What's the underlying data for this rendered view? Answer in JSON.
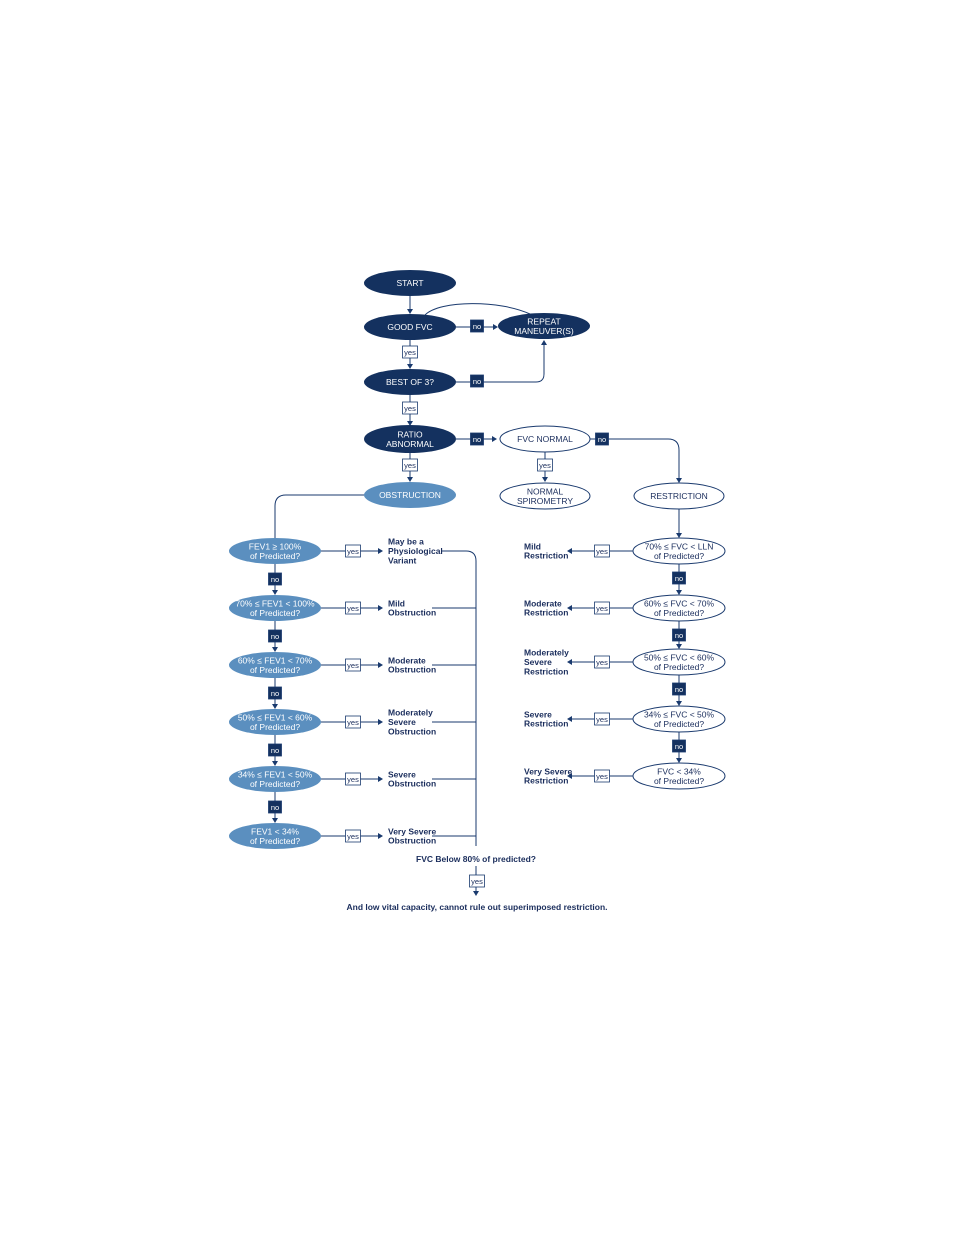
{
  "colors": {
    "dark": "#14315f",
    "light": "#5b8fbf",
    "outline": "#1a3a6e",
    "text_dark": "#1a2d5c",
    "white": "#ffffff"
  },
  "tags": {
    "yes": "yes",
    "no": "no"
  },
  "nodes": {
    "start": "START",
    "good_fvc": "GOOD FVC",
    "repeat": [
      "REPEAT",
      "MANEUVER(S)"
    ],
    "best_of_3": "BEST OF 3?",
    "ratio_abnormal": [
      "RATIO",
      "ABNORMAL"
    ],
    "fvc_normal": "FVC NORMAL",
    "normal_spirometry": [
      "NORMAL",
      "SPIROMETRY"
    ],
    "restriction": "RESTRICTION",
    "obstruction": "OBSTRUCTION"
  },
  "obstruction_levels": [
    {
      "line1": "FEV1 ≥ 100%",
      "line2": "of Predicted?",
      "outcome": [
        "May be a",
        "Physiological",
        "Variant"
      ]
    },
    {
      "line1": "70% ≤ FEV1 < 100%",
      "line2": "of Predicted?",
      "outcome": [
        "Mild",
        "Obstruction"
      ]
    },
    {
      "line1": "60% ≤ FEV1 < 70%",
      "line2": "of Predicted?",
      "outcome": [
        "Moderate",
        "Obstruction"
      ]
    },
    {
      "line1": "50% ≤ FEV1 < 60%",
      "line2": "of Predicted?",
      "outcome": [
        "Moderately",
        "Severe",
        "Obstruction"
      ]
    },
    {
      "line1": "34% ≤ FEV1 < 50%",
      "line2": "of Predicted?",
      "outcome": [
        "Severe",
        "Obstruction"
      ]
    },
    {
      "line1": "FEV1 < 34%",
      "line2": "of Predicted?",
      "outcome": [
        "Very Severe",
        "Obstruction"
      ]
    }
  ],
  "restriction_levels": [
    {
      "line1": "70% ≤ FVC < LLN",
      "line2": "of Predicted?",
      "outcome": [
        "Mild",
        "Restriction"
      ]
    },
    {
      "line1": "60% ≤ FVC < 70%",
      "line2": "of Predicted?",
      "outcome": [
        "Moderate",
        "Restriction"
      ]
    },
    {
      "line1": "50% ≤ FVC < 60%",
      "line2": "of Predicted?",
      "outcome": [
        "Moderately",
        "Severe",
        "Restriction"
      ]
    },
    {
      "line1": "34% ≤ FVC < 50%",
      "line2": "of Predicted?",
      "outcome": [
        "Severe",
        "Restriction"
      ]
    },
    {
      "line1": "FVC < 34%",
      "line2": "of Predicted?",
      "outcome": [
        "Very Severe",
        "Restriction"
      ]
    }
  ],
  "footer": {
    "question": "FVC Below 80% of predicted?",
    "conclusion": "And low vital capacity, cannot rule out superimposed restriction."
  }
}
